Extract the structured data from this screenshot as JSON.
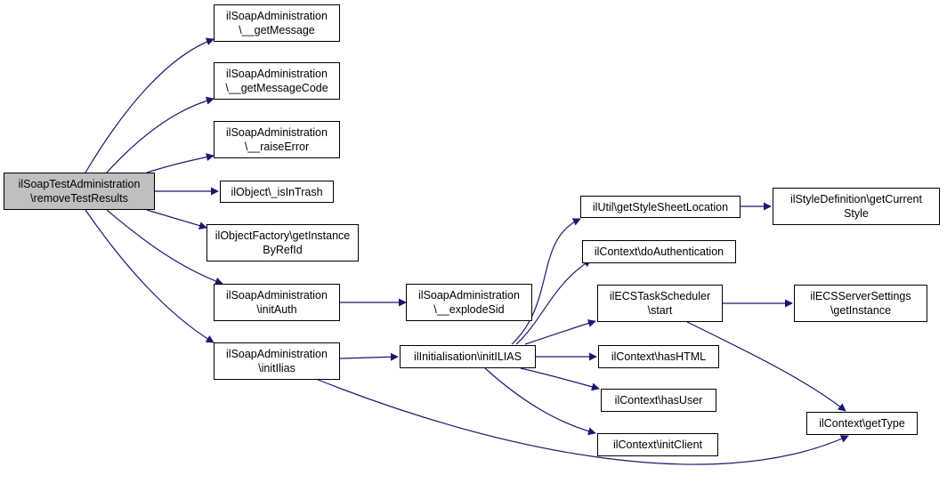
{
  "colors": {
    "edge": "#191970",
    "node_border": "#000000",
    "root_fill": "#bfbfbf",
    "node_fill": "#ffffff"
  },
  "nodes": {
    "root": "ilSoapTestAdministration\n\\removeTestResults",
    "getMessage": "ilSoapAdministration\n\\__getMessage",
    "getMessageCode": "ilSoapAdministration\n\\__getMessageCode",
    "raiseError": "ilSoapAdministration\n\\__raiseError",
    "isInTrash": "ilObject\\_isInTrash",
    "getInstanceByRefId": "ilObjectFactory\\getInstance\nByRefId",
    "initAuth": "ilSoapAdministration\n\\initAuth",
    "initIlias": "ilSoapAdministration\n\\initIlias",
    "explodeSid": "ilSoapAdministration\n\\__explodeSid",
    "initILIAS": "ilInitialisation\\initILIAS",
    "getStyleSheetLocation": "ilUtil\\getStyleSheetLocation",
    "doAuthentication": "ilContext\\doAuthentication",
    "ecsStart": "ilECSTaskScheduler\n\\start",
    "hasHTML": "ilContext\\hasHTML",
    "hasUser": "ilContext\\hasUser",
    "initClient": "ilContext\\initClient",
    "getCurrentStyle": "ilStyleDefinition\\getCurrent\nStyle",
    "ecsGetInstance": "ilECSServerSettings\n\\getInstance",
    "getType": "ilContext\\getType"
  }
}
